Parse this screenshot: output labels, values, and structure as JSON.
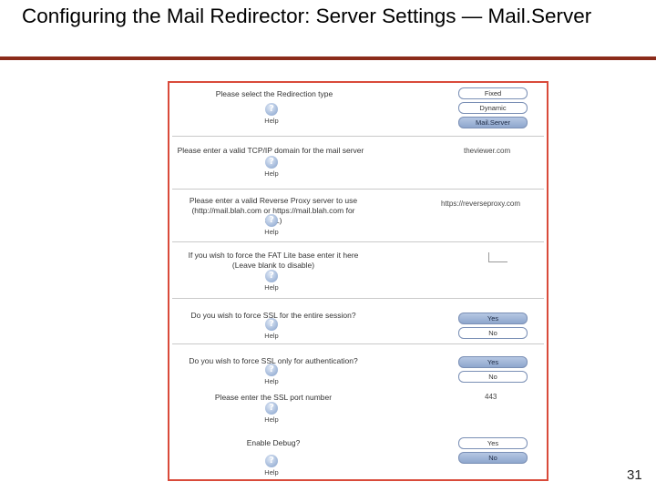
{
  "slide": {
    "title": "Configuring the Mail Redirector: Server Settings — Mail.Server",
    "page_number": "31"
  },
  "form": {
    "help_label": "Help",
    "help_glyph": "?",
    "rows": [
      {
        "question": "Please select the Redirection type",
        "type": "options",
        "options": [
          {
            "label": "Fixed",
            "selected": false
          },
          {
            "label": "Dynamic",
            "selected": false
          },
          {
            "label": "Mail.Server",
            "selected": true
          }
        ]
      },
      {
        "question": "Please enter a valid TCP/IP domain for the mail server",
        "type": "field",
        "value": "theviewer.com"
      },
      {
        "question": "Please enter a valid Reverse Proxy server to use (http://mail.blah.com or https://mail.blah.com for SSL)",
        "type": "field",
        "value": "https://reverseproxy.com"
      },
      {
        "question": "If you wish to force the FAT Lite base enter it here (Leave blank to disable)",
        "type": "field",
        "value": ""
      },
      {
        "question": "Do you wish to force SSL for the entire session?",
        "type": "options",
        "options": [
          {
            "label": "Yes",
            "selected": true
          },
          {
            "label": "No",
            "selected": false
          }
        ]
      },
      {
        "question": "Do you wish to force SSL only for authentication?",
        "type": "options",
        "options": [
          {
            "label": "Yes",
            "selected": true
          },
          {
            "label": "No",
            "selected": false
          }
        ]
      },
      {
        "question": "Please enter the SSL port number",
        "type": "field",
        "value": "443"
      },
      {
        "question": "Enable Debug?",
        "type": "options",
        "options": [
          {
            "label": "Yes",
            "selected": false
          },
          {
            "label": "No",
            "selected": true
          }
        ]
      }
    ]
  }
}
